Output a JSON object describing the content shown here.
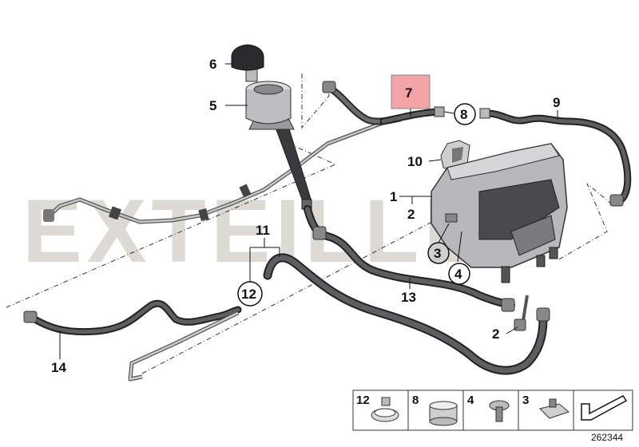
{
  "watermark": "EXTEILLE",
  "diagram_code": "262344",
  "highlight_color": "#f4a3a7",
  "callouts": {
    "p1": "1",
    "p2a": "2",
    "p2b": "2",
    "p3": "3",
    "p4": "4",
    "p5": "5",
    "p6": "6",
    "p7": "7",
    "p8": "8",
    "p9": "9",
    "p10": "10",
    "p11": "11",
    "p12": "12",
    "p13": "13",
    "p14": "14"
  },
  "legend": {
    "items": [
      {
        "label": "12",
        "icon": "hose-clamp-icon"
      },
      {
        "label": "8",
        "icon": "sleeve-clamp-icon"
      },
      {
        "label": "4",
        "icon": "expanding-rivet-icon"
      },
      {
        "label": "3",
        "icon": "spring-nut-icon"
      }
    ],
    "last_icon": "arrow-pointer-icon"
  }
}
